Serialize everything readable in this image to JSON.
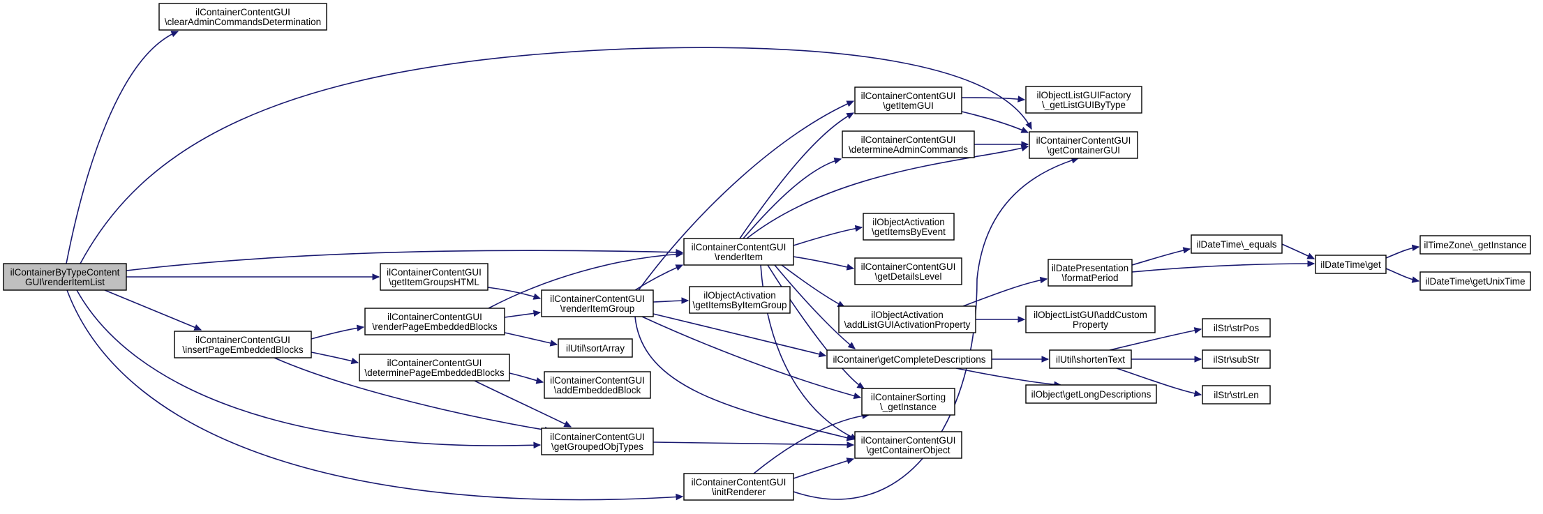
{
  "diagram": {
    "nodes": [
      {
        "id": "root",
        "root": true,
        "lines": [
          "ilContainerByTypeContent",
          "GUI\\renderItemList"
        ]
      },
      {
        "id": "clearAdmin",
        "lines": [
          "ilContainerContentGUI",
          "\\clearAdminCommandsDetermination"
        ]
      },
      {
        "id": "getItemGroupsHTML",
        "lines": [
          "ilContainerContentGUI",
          "\\getItemGroupsHTML"
        ]
      },
      {
        "id": "insertPEB",
        "lines": [
          "ilContainerContentGUI",
          "\\insertPageEmbeddedBlocks"
        ]
      },
      {
        "id": "renderPEB",
        "lines": [
          "ilContainerContentGUI",
          "\\renderPageEmbeddedBlocks"
        ]
      },
      {
        "id": "determinePEB",
        "lines": [
          "ilContainerContentGUI",
          "\\determinePageEmbeddedBlocks"
        ]
      },
      {
        "id": "sortArray",
        "lines": [
          "ilUtil\\sortArray"
        ]
      },
      {
        "id": "addEmbeddedBlock",
        "lines": [
          "ilContainerContentGUI",
          "\\addEmbeddedBlock"
        ]
      },
      {
        "id": "getGroupedObjTypes",
        "lines": [
          "ilContainerContentGUI",
          "\\getGroupedObjTypes"
        ]
      },
      {
        "id": "renderItemGroup",
        "lines": [
          "ilContainerContentGUI",
          "\\renderItemGroup"
        ]
      },
      {
        "id": "getItemsByItemGroup",
        "lines": [
          "ilObjectActivation",
          "\\getItemsByItemGroup"
        ]
      },
      {
        "id": "renderItem",
        "lines": [
          "ilContainerContentGUI",
          "\\renderItem"
        ]
      },
      {
        "id": "initRenderer",
        "lines": [
          "ilContainerContentGUI",
          "\\initRenderer"
        ]
      },
      {
        "id": "getItemGUI",
        "lines": [
          "ilContainerContentGUI",
          "\\getItemGUI"
        ]
      },
      {
        "id": "determineAdmin",
        "lines": [
          "ilContainerContentGUI",
          "\\determineAdminCommands"
        ]
      },
      {
        "id": "getItemsByEvent",
        "lines": [
          "ilObjectActivation",
          "\\getItemsByEvent"
        ]
      },
      {
        "id": "getDetailsLevel",
        "lines": [
          "ilContainerContentGUI",
          "\\getDetailsLevel"
        ]
      },
      {
        "id": "addListGUIActivation",
        "lines": [
          "ilObjectActivation",
          "\\addListGUIActivationProperty"
        ]
      },
      {
        "id": "getCompleteDesc",
        "lines": [
          "ilContainer\\getCompleteDescriptions"
        ]
      },
      {
        "id": "sortingGetInstance",
        "lines": [
          "ilContainerSorting",
          "\\_getInstance"
        ]
      },
      {
        "id": "getContainerObject",
        "lines": [
          "ilContainerContentGUI",
          "\\getContainerObject"
        ]
      },
      {
        "id": "listGUIFactory",
        "lines": [
          "ilObjectListGUIFactory",
          "\\_getListGUIByType"
        ]
      },
      {
        "id": "getContainerGUI",
        "lines": [
          "ilContainerContentGUI",
          "\\getContainerGUI"
        ]
      },
      {
        "id": "formatPeriod",
        "lines": [
          "ilDatePresentation",
          "\\formatPeriod"
        ]
      },
      {
        "id": "addCustomProperty",
        "lines": [
          "ilObjectListGUI\\addCustom",
          "Property"
        ]
      },
      {
        "id": "shortenText",
        "lines": [
          "ilUtil\\shortenText"
        ]
      },
      {
        "id": "getLongDesc",
        "lines": [
          "ilObject\\getLongDescriptions"
        ]
      },
      {
        "id": "dtEquals",
        "lines": [
          "ilDateTime\\_equals"
        ]
      },
      {
        "id": "dtGet",
        "lines": [
          "ilDateTime\\get"
        ]
      },
      {
        "id": "strPos",
        "lines": [
          "ilStr\\strPos"
        ]
      },
      {
        "id": "subStr",
        "lines": [
          "ilStr\\subStr"
        ]
      },
      {
        "id": "strLen",
        "lines": [
          "ilStr\\strLen"
        ]
      },
      {
        "id": "tzGetInstance",
        "lines": [
          "ilTimeZone\\_getInstance"
        ]
      },
      {
        "id": "getUnixTime",
        "lines": [
          "ilDateTime\\getUnixTime"
        ]
      }
    ]
  },
  "colors": {
    "edge": "#191970",
    "node_border": "#000000",
    "node_fill": "#ffffff",
    "root_fill": "#bfbfbf"
  }
}
